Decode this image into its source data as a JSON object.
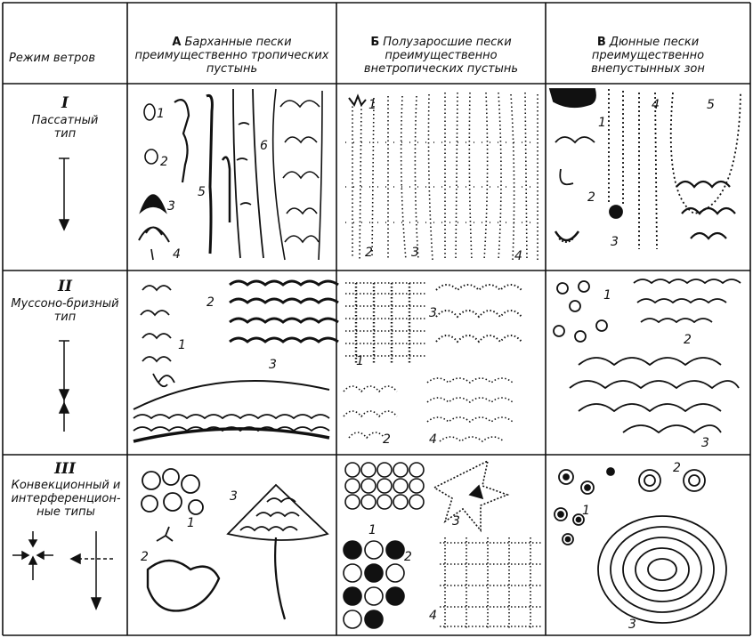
{
  "header": {
    "regime": "Режим ветров",
    "columns": [
      {
        "letter": "А",
        "title": "Барханные пески преимущественно тропических пустынь"
      },
      {
        "letter": "Б",
        "title": "Полузаросшие пески преимущественно внетропических пустынь"
      },
      {
        "letter": "В",
        "title": "Дюнные пески преимущественно внепустынных зон"
      }
    ]
  },
  "rows": [
    {
      "roman": "I",
      "label": "Пассатный тип"
    },
    {
      "roman": "II",
      "label": "Муссоно-бризный тип"
    },
    {
      "roman": "III",
      "label": "Конвекционный и интерференцион-ные типы"
    }
  ],
  "cell_numbers": {
    "r1a": [
      "1",
      "2",
      "3",
      "4",
      "5",
      "6"
    ],
    "r1b": [
      "1",
      "2",
      "3",
      "4"
    ],
    "r1c": [
      "1",
      "2",
      "3",
      "4",
      "5"
    ],
    "r2a": [
      "1",
      "2",
      "3"
    ],
    "r2b": [
      "1",
      "2",
      "3",
      "4"
    ],
    "r2c": [
      "1",
      "2",
      "3"
    ],
    "r3a": [
      "1",
      "2",
      "3"
    ],
    "r3b": [
      "1",
      "2",
      "3",
      "4"
    ],
    "r3c": [
      "1",
      "2",
      "3"
    ]
  }
}
